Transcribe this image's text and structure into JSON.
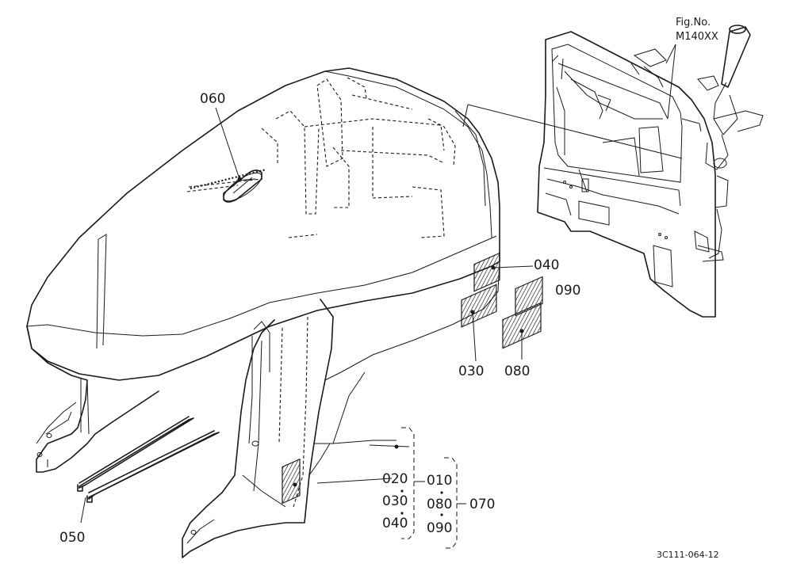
{
  "fig_label": "Fig.No.",
  "fig_number": "M140XX",
  "drawing_code": "3C111-064-12",
  "callouts": {
    "c010": "010",
    "c020": "020",
    "c030": "030",
    "c040": "040",
    "c050": "050",
    "c060": "060",
    "c070": "070",
    "c080": "080",
    "c090": "090"
  },
  "group_left": [
    "020",
    "030",
    "040"
  ],
  "group_right": [
    "010",
    "080",
    "090"
  ]
}
